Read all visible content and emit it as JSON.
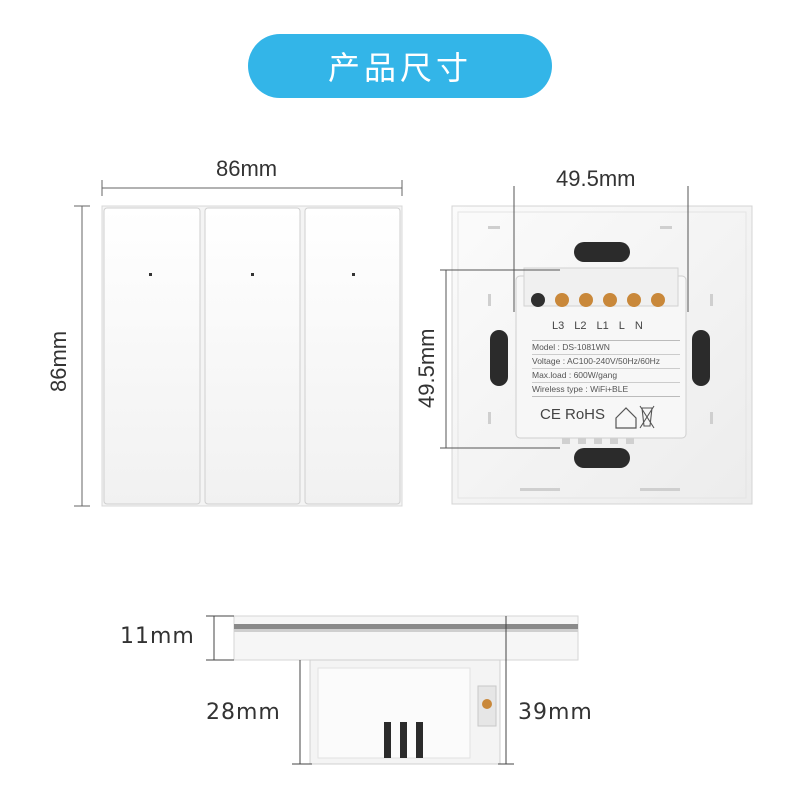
{
  "title": "产品尺寸",
  "front": {
    "width_label": "86mm",
    "height_label": "86mm"
  },
  "back": {
    "width_label": "49.5mm",
    "height_label": "49.5mm",
    "terminals": [
      "L3",
      "L2",
      "L1",
      "L",
      "N"
    ],
    "label_lines": [
      "Model : DS-1081WN",
      "Voltage : AC100-240V/50Hz/60Hz",
      "Max.load : 600W/gang",
      "Wireless type : WiFi+BLE"
    ],
    "certifications": "CE RoHS"
  },
  "side": {
    "plate_thickness": "11mm",
    "box_depth": "28mm",
    "total_depth": "39mm"
  }
}
